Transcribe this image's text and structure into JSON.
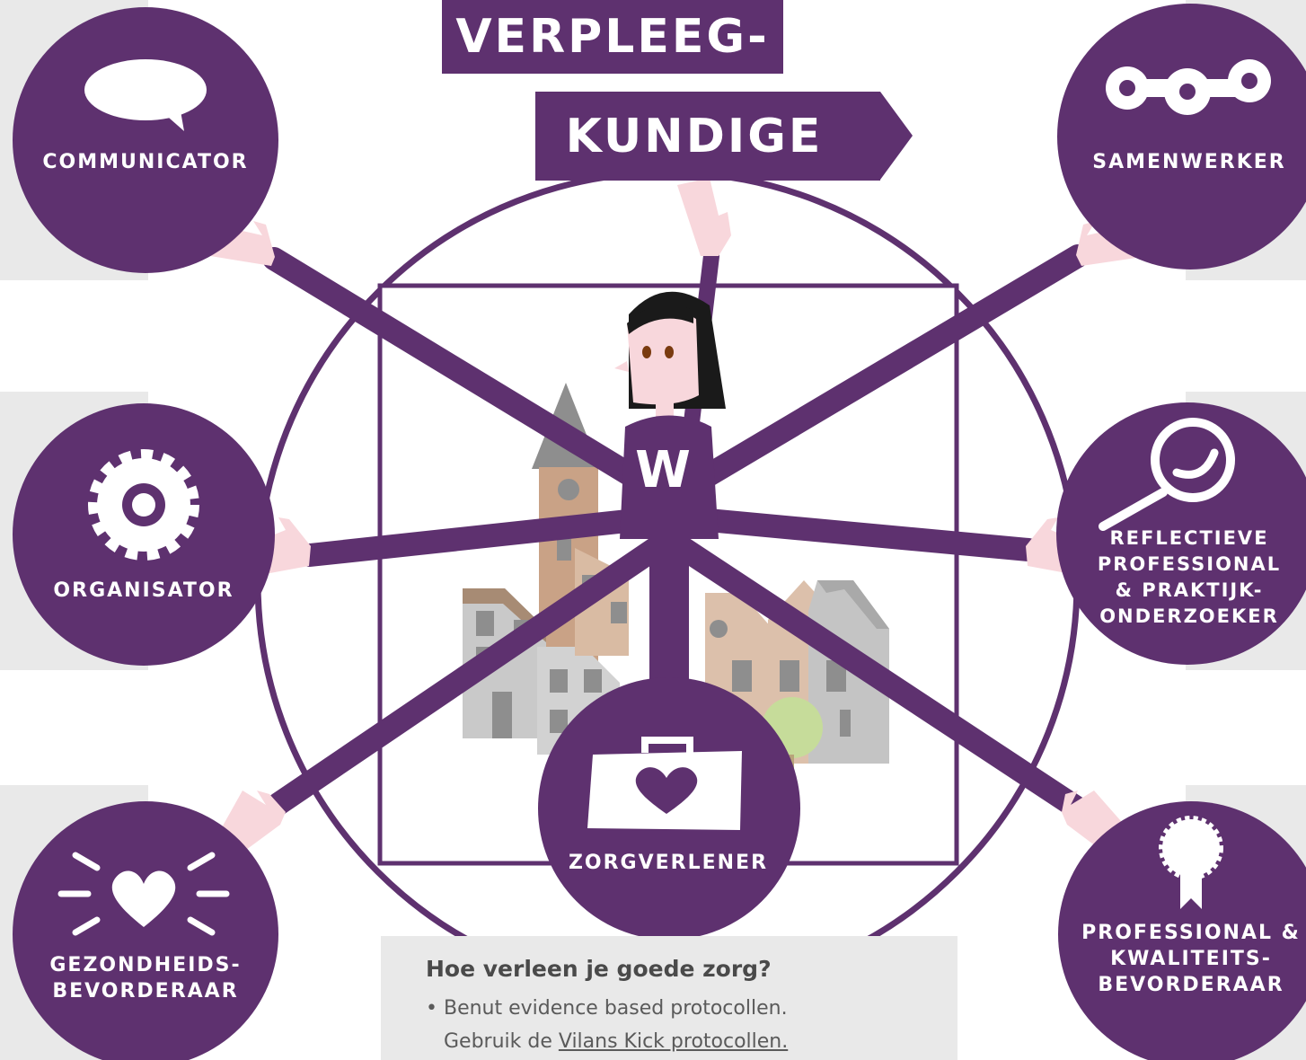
{
  "title": {
    "line1": "VERPLEEG-",
    "line2": "KUNDIGE"
  },
  "shirt_letter": "W",
  "roles": {
    "communicator": {
      "lines": [
        "COMMUNICATOR"
      ],
      "icon": "speech-bubble-icon"
    },
    "samenwerker": {
      "lines": [
        "SAMENWERKER"
      ],
      "icon": "chain-links-icon"
    },
    "organisator": {
      "lines": [
        "ORGANISATOR"
      ],
      "icon": "gear-icon"
    },
    "reflectieve": {
      "lines": [
        "REFLECTIEVE",
        "PROFESSIONAL",
        "& PRAKTIJK-",
        "ONDERZOEKER"
      ],
      "icon": "magnifier-icon"
    },
    "gezondheids": {
      "lines": [
        "GEZONDHEIDS-",
        "BEVORDERAAR"
      ],
      "icon": "glowing-heart-icon"
    },
    "zorgverlener": {
      "lines": [
        "ZORGVERLENER"
      ],
      "icon": "medical-bag-heart-icon"
    },
    "kwaliteit": {
      "lines": [
        "PROFESSIONAL &",
        "KWALITEITS-",
        "BEVORDERAAR"
      ],
      "icon": "award-rosette-icon"
    }
  },
  "info": {
    "question": "Hoe verleen je goede zorg?",
    "bullet": "• Benut evidence based protocollen.",
    "line2_prefix": "Gebruik de ",
    "link_text": "Vilans Kick protocollen."
  },
  "colors": {
    "purple": "#5e316f",
    "skin": "#f8d7dc",
    "gray_panel": "#e9e9e9",
    "white": "#ffffff"
  }
}
